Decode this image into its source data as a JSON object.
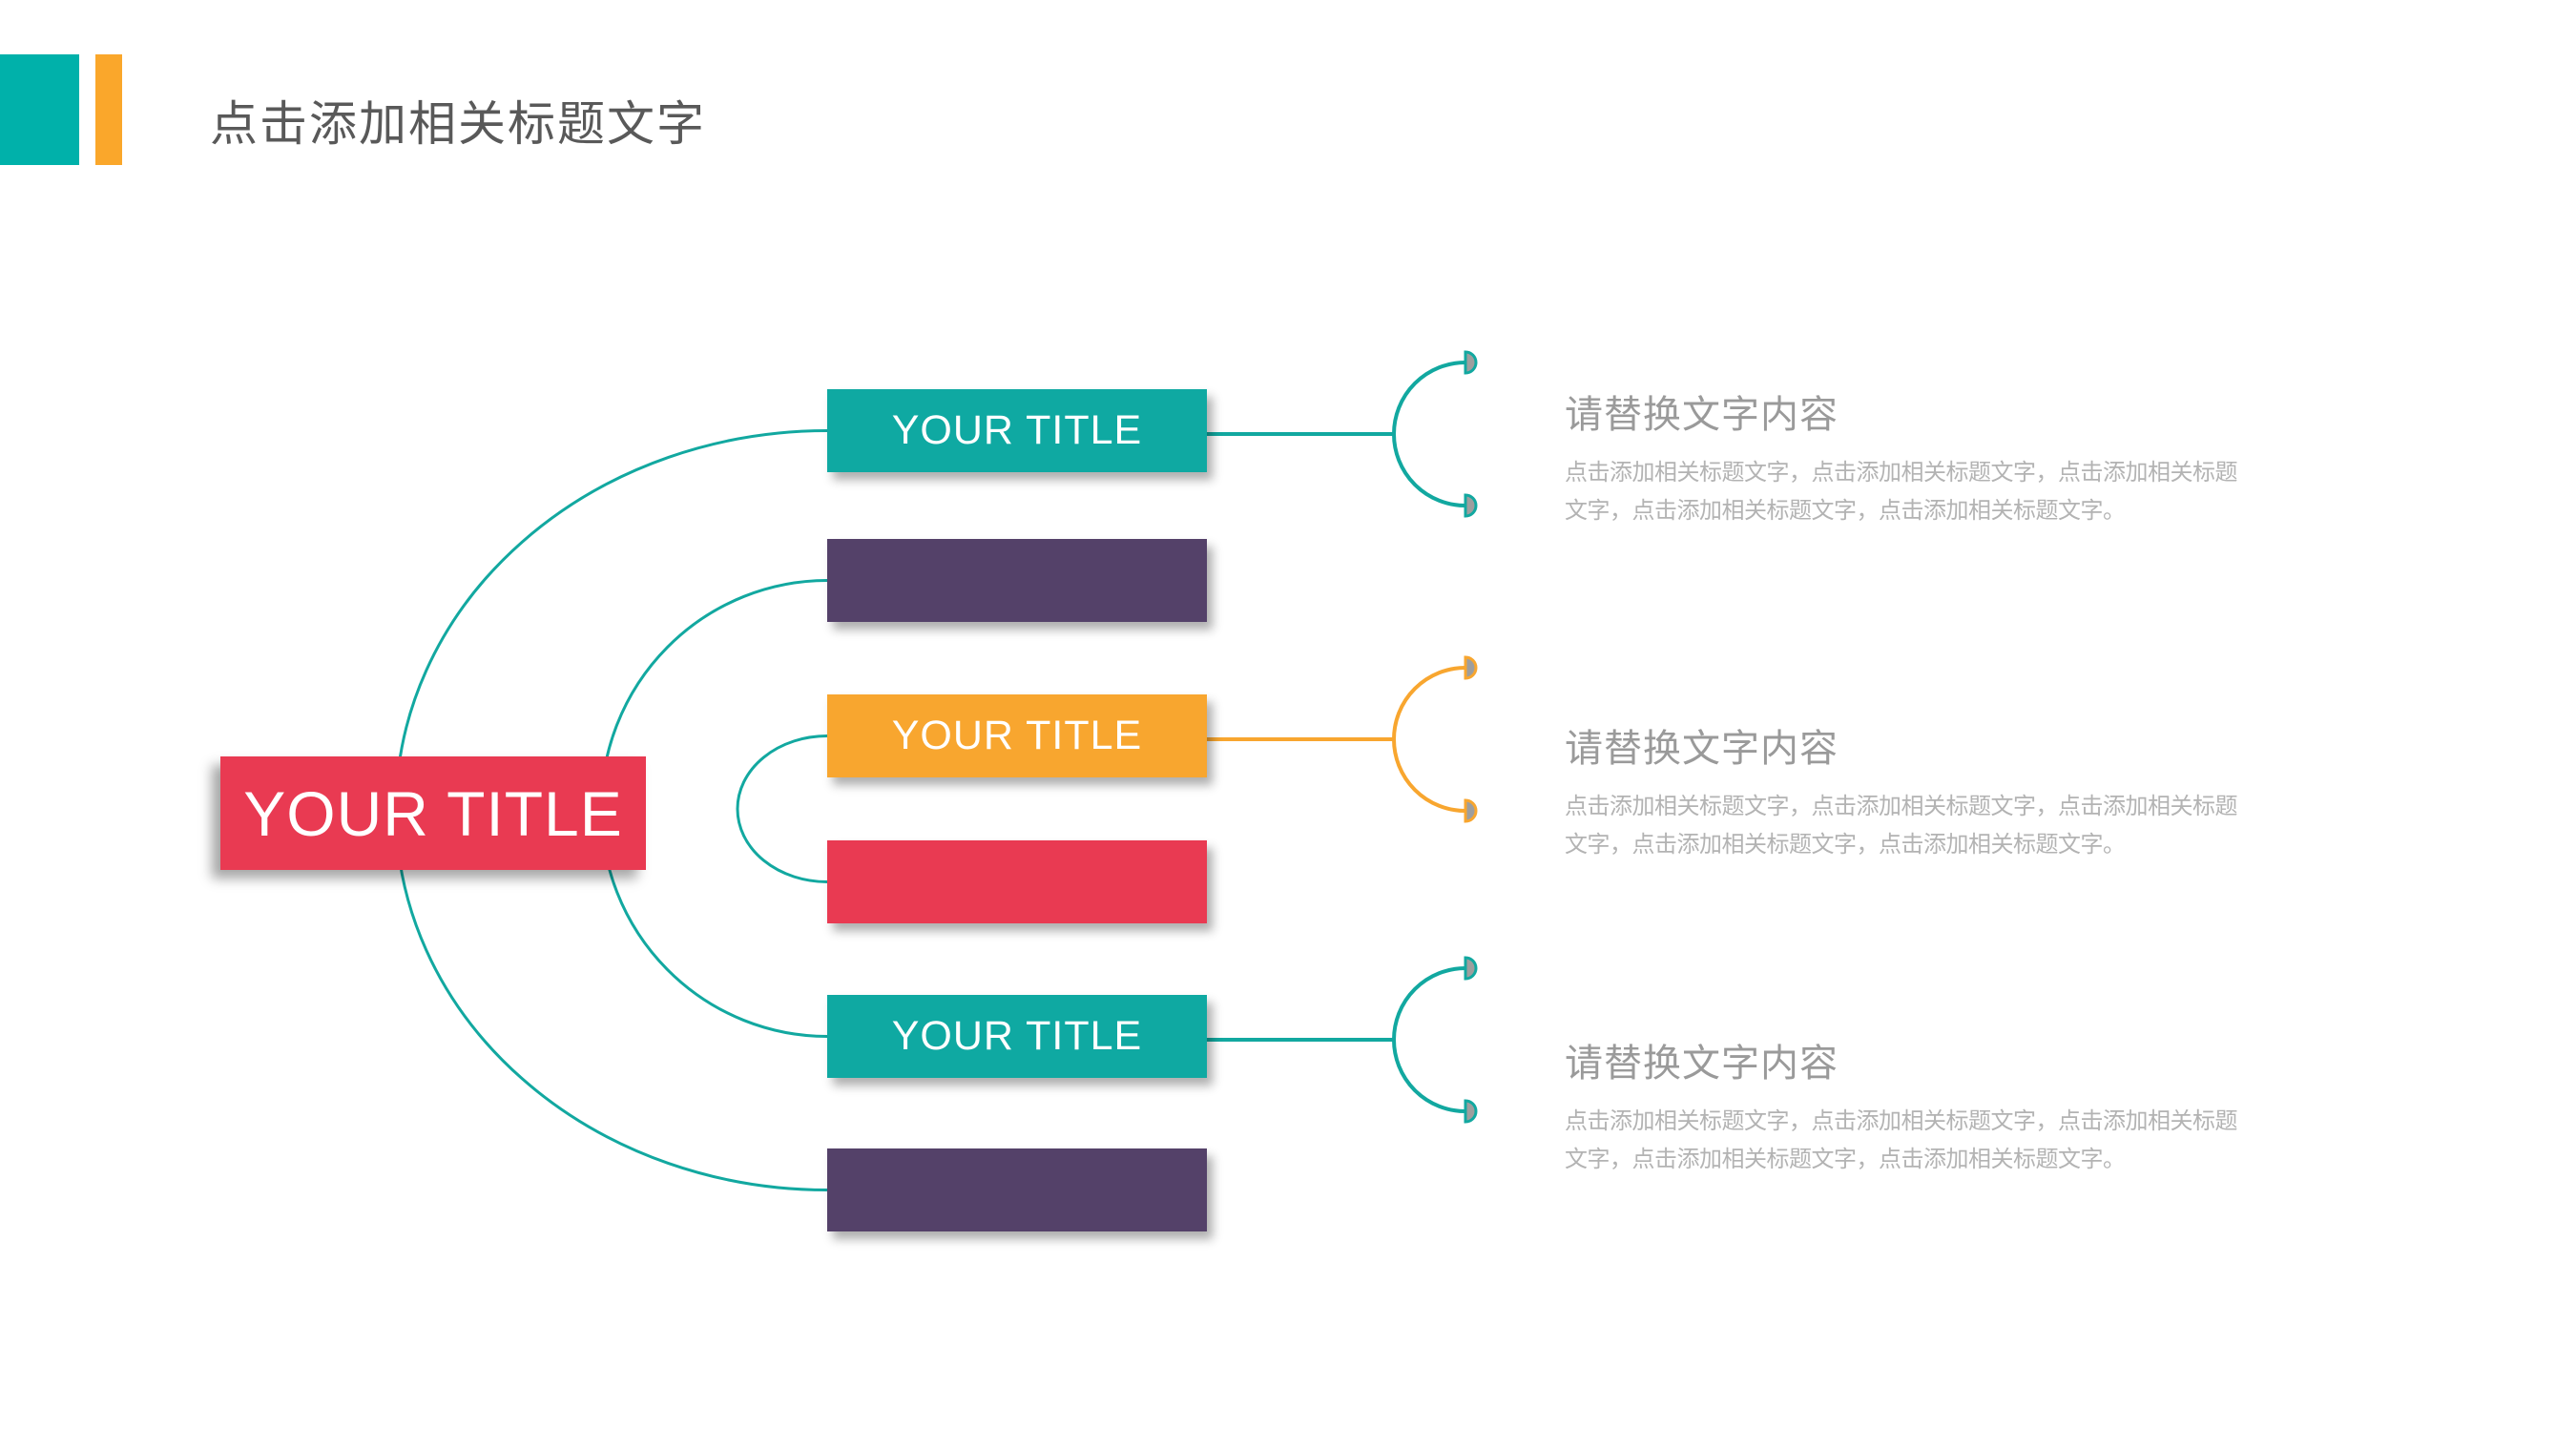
{
  "slide": {
    "title": "点击添加相关标题文字",
    "main_node": {
      "label": "YOUR TITLE"
    },
    "branch_nodes": [
      {
        "label": "YOUR TITLE",
        "color": "#0FA9A2"
      },
      {
        "label": "",
        "color": "#544169"
      },
      {
        "label": "YOUR TITLE",
        "color": "#F8A62F"
      },
      {
        "label": "",
        "color": "#E93A52"
      },
      {
        "label": "YOUR TITLE",
        "color": "#0FA9A2"
      },
      {
        "label": "",
        "color": "#544169"
      }
    ],
    "callouts": [
      {
        "heading": "请替换文字内容",
        "lines": [
          "点击添加相关标题文字，点击添加相关标题文字，点击添加相关标题",
          "文字，点击添加相关标题文字，点击添加相关标题文字。"
        ],
        "accent": "#12A8A0"
      },
      {
        "heading": "请替换文字内容",
        "lines": [
          "点击添加相关标题文字，点击添加相关标题文字，点击添加相关标题",
          "文字，点击添加相关标题文字，点击添加相关标题文字。"
        ],
        "accent": "#F8A62F"
      },
      {
        "heading": "请替换文字内容",
        "lines": [
          "点击添加相关标题文字，点击添加相关标题文字，点击添加相关标题",
          "文字，点击添加相关标题文字，点击添加相关标题文字。"
        ],
        "accent": "#12A8A0"
      }
    ],
    "colors": {
      "teal": "#0FA9A2",
      "orange": "#F8A62F",
      "red": "#E93A52",
      "purple": "#544169",
      "corner_teal": "#00B1AA",
      "corner_orange": "#FAA72B",
      "line_teal": "#12A8A0",
      "title_gray": "#595959",
      "heading_gray": "#9A9A9A",
      "body_gray": "#B3B3B3",
      "endpoint_cap_gray": "#9E9E9E"
    }
  }
}
